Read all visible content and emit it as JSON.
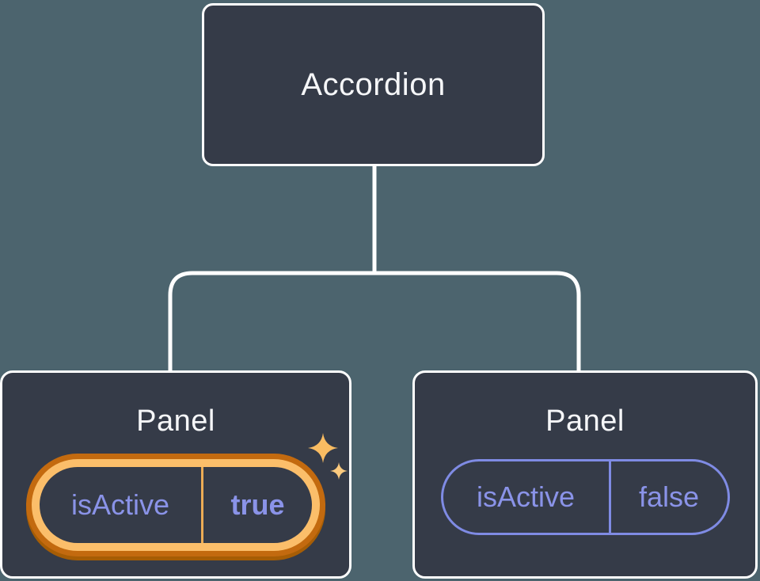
{
  "diagram": {
    "background_color": "#4C646E",
    "connector_color": "#FFFFFF",
    "card_color": "#353B48",
    "root": {
      "label": "Accordion"
    },
    "panels": [
      {
        "title": "Panel",
        "prop": {
          "name": "isActive",
          "value": "true"
        },
        "highlighted": true,
        "highlight": {
          "ring_outer_color": "#C36A0F",
          "ring_gold_color": "#FBBE6A",
          "ring_shadow_color": "#A65D05",
          "divider_color": "#ECAC55",
          "sparkle_color_large": "#F9BC62",
          "sparkle_color_small": "#FCCA7E"
        }
      },
      {
        "title": "Panel",
        "prop": {
          "name": "isActive",
          "value": "false"
        },
        "highlighted": false,
        "accent_color": "#7F8BE4"
      }
    ],
    "text_colors": {
      "title": "#F5F6F8",
      "prop": "#8A93E8"
    }
  }
}
